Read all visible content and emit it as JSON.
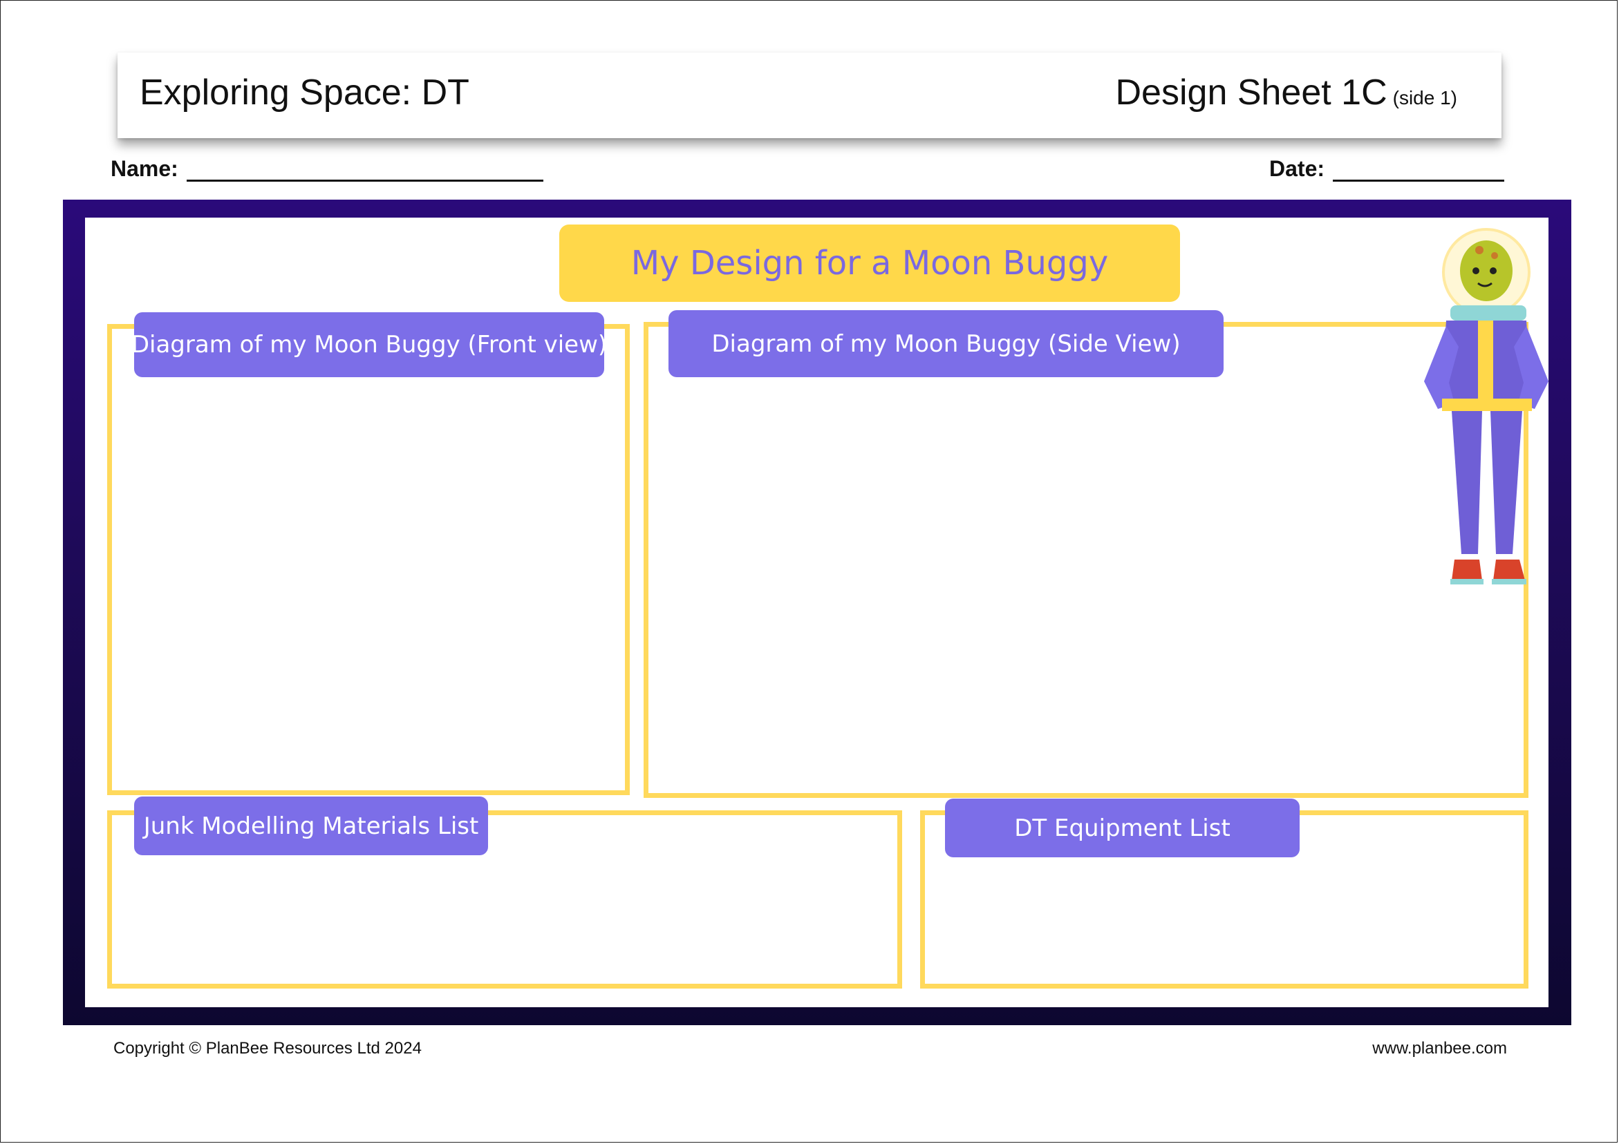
{
  "header": {
    "title": "Exploring Space: DT",
    "sheet": "Design Sheet 1C",
    "side": "(side 1)"
  },
  "fields": {
    "name_label": "Name:",
    "date_label": "Date:"
  },
  "main_title": "My Design for a Moon Buggy",
  "sections": {
    "front_view": "Diagram of my Moon Buggy (Front view)",
    "side_view": "Diagram of my Moon Buggy (Side View)",
    "materials": "Junk Modelling Materials List",
    "equipment": "DT Equipment List"
  },
  "footer": {
    "copyright": "Copyright © PlanBee Resources Ltd 2024",
    "website": "www.planbee.com"
  },
  "colors": {
    "frame_purple": "#2a0a7a",
    "box_yellow": "#ffd95c",
    "label_purple": "#7c6ee8",
    "title_yellow": "#ffd84a"
  },
  "icons": [
    "alien-astronaut-illustration"
  ]
}
